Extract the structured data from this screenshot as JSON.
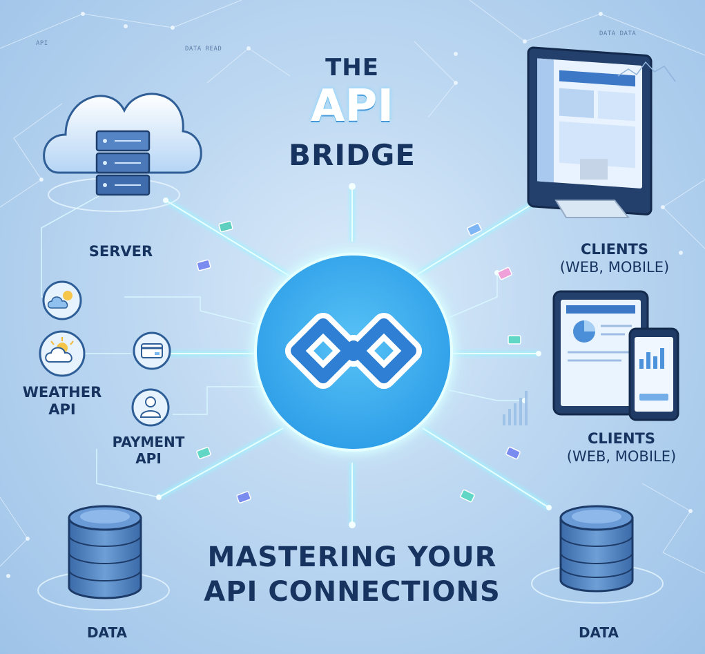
{
  "title": {
    "line1": "THE",
    "line2": "API",
    "line3": "BRIDGE"
  },
  "subtitle": {
    "line1": "MASTERING YOUR",
    "line2": "API CONNECTIONS"
  },
  "nodes": {
    "server": "SERVER",
    "weather_api": {
      "line1": "WEATHER",
      "line2": "API"
    },
    "payment_api": {
      "line1": "PAYMENT",
      "line2": "API"
    },
    "clients_top": {
      "line1": "CLIENTS",
      "line2": "(WEB, MOBILE)"
    },
    "clients_bottom": {
      "line1": "CLIENTS",
      "line2": "(WEB, MOBILE)"
    },
    "data_left": "DATA",
    "data_right": "DATA"
  },
  "decor_text": {
    "data_read": "DATA READ",
    "data_data": "DATA DATA",
    "api_tag": "API"
  },
  "colors": {
    "primary_text": "#16345f",
    "hub": "#3fb2f2",
    "glow": "#7ff0ff",
    "accent_blue": "#2f73c7"
  },
  "icons": [
    "cloud-server-icon",
    "monitor-icon",
    "tablet-phone-icon",
    "database-icon",
    "weather-icon",
    "payment-card-icon",
    "user-icon",
    "bridge-logo-icon"
  ]
}
